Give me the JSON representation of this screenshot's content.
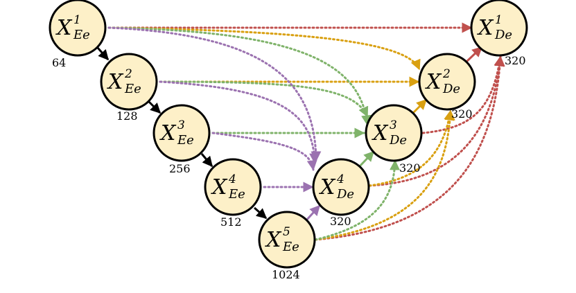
{
  "colors": {
    "node_fill": "#fdf0c8",
    "encoder_arrow": "#000000",
    "purple": "#9b72b0",
    "green": "#7fb36a",
    "orange": "#d9a011",
    "red": "#c0504d"
  },
  "nodes": {
    "ee1": {
      "base": "X",
      "sup": "1",
      "sub": "Ee",
      "channels": "64"
    },
    "ee2": {
      "base": "X",
      "sup": "2",
      "sub": "Ee",
      "channels": "128"
    },
    "ee3": {
      "base": "X",
      "sup": "3",
      "sub": "Ee",
      "channels": "256"
    },
    "ee4": {
      "base": "X",
      "sup": "4",
      "sub": "Ee",
      "channels": "512"
    },
    "ee5": {
      "base": "X",
      "sup": "5",
      "sub": "Ee",
      "channels": "1024"
    },
    "de1": {
      "base": "X",
      "sup": "1",
      "sub": "De",
      "channels": "320"
    },
    "de2": {
      "base": "X",
      "sup": "2",
      "sub": "De",
      "channels": "320"
    },
    "de3": {
      "base": "X",
      "sup": "3",
      "sub": "De",
      "channels": "320"
    },
    "de4": {
      "base": "X",
      "sup": "4",
      "sub": "De",
      "channels": "320"
    }
  }
}
